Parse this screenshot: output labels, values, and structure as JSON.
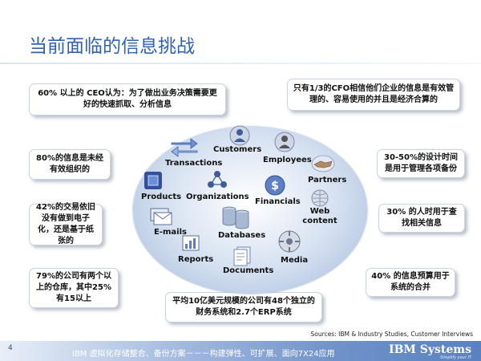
{
  "title": "当前面临的信息挑战",
  "callouts": {
    "ceo": "60% 以上的 CEO认为：为了做出业务决策需要更好的快速抓取、分析信息",
    "cfo": "只有1/3的CFO相信他们企业的信息是有效管理的、容易使用的并且是经济合算的",
    "unorganized": "80%的信息是未经有效组织的",
    "design_time": "30-50%的设计时间是用于管理各项备份",
    "paper": "42%的交易依旧没有做到电子化，还是基于纸张的",
    "search": "30% 的人时用于查找相关信息",
    "warehouses": "79%的公司有两个以上的仓库，其中25%有15以上",
    "budget": "40% 的信息预算用于系统的合并",
    "erp": "平均10亿美元规模的公司有48个独立的财务系统和2.7个ERP系统"
  },
  "cycle": {
    "transactions": "Transactions",
    "customers": "Customers",
    "employees": "Employees",
    "products": "Products",
    "organizations": "Organizations",
    "financials": "Financials",
    "partners": "Partners",
    "emails": "E-mails",
    "databases": "Databases",
    "web_content": "Web content",
    "reports": "Reports",
    "documents": "Documents",
    "media": "Media"
  },
  "sources": "Sources:  IBM & Industry Studies, Customer Interviews",
  "footer": {
    "page": "4",
    "text": "IBM 虚拟化存储整合、备份方案－－－构建弹性、可扩展、面向7X24应用",
    "brand": "IBM Systems",
    "tagline": "Simplify your IT"
  },
  "colors": {
    "title": "#2f62b6",
    "oval": "#b9cbe6",
    "footer": "#6f92c9"
  }
}
